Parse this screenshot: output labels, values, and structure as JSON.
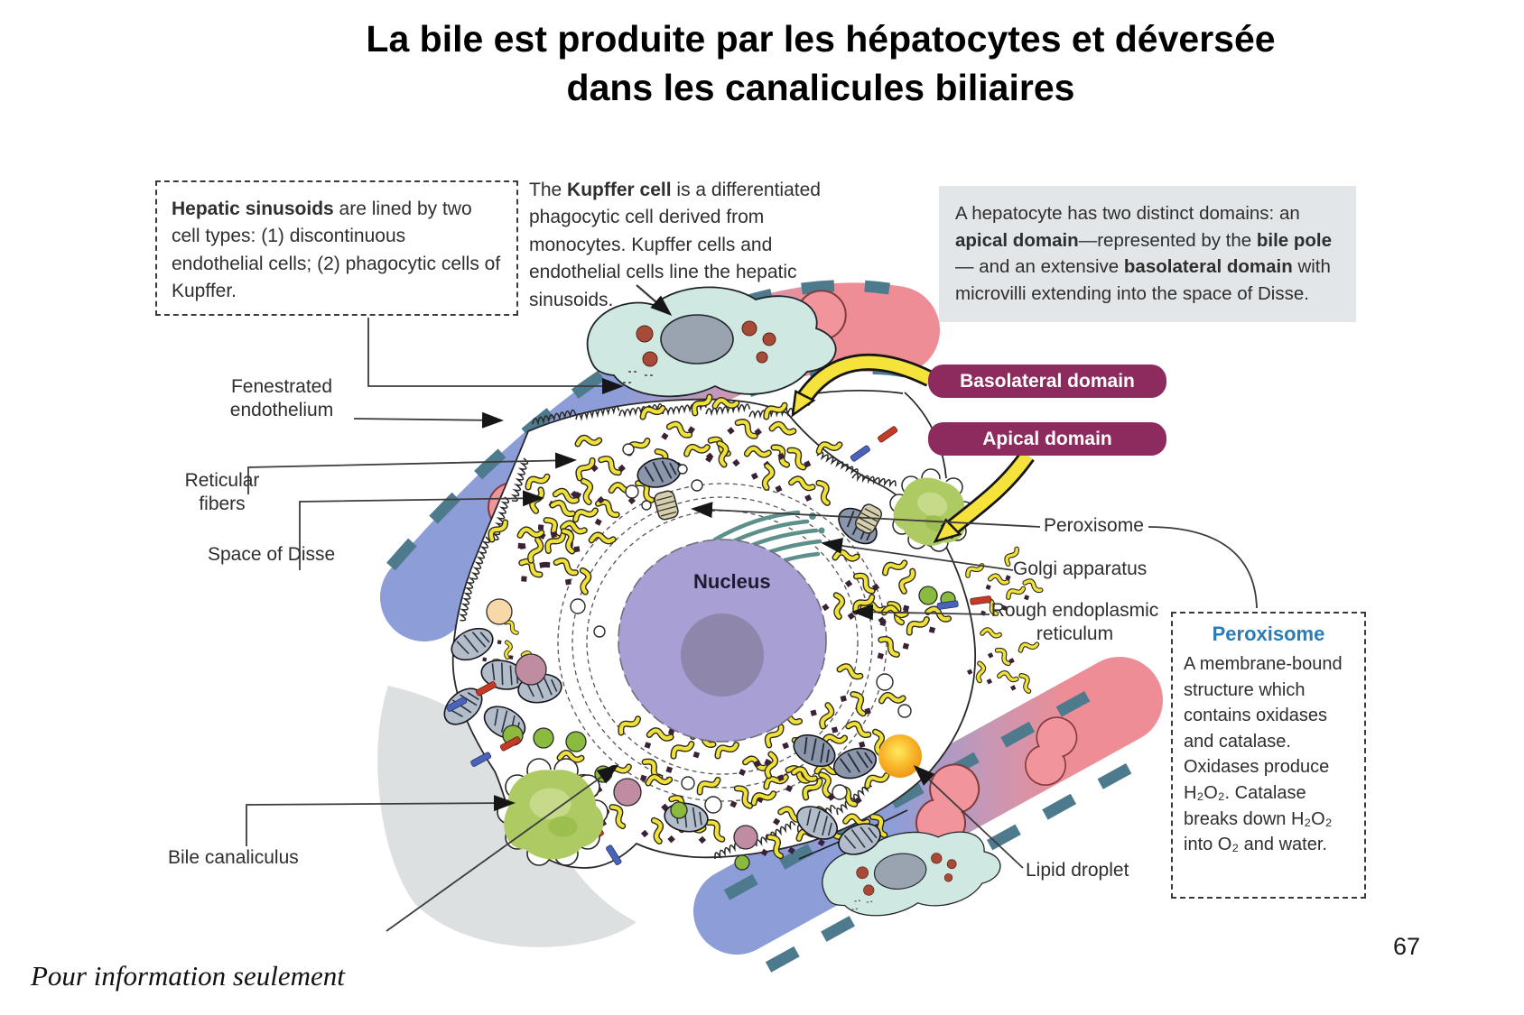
{
  "title": {
    "line1": "La bile est produite par les hépatocytes et déversée",
    "line2": "dans les canalicules biliaires"
  },
  "boxes": {
    "hepatic_sinusoids": {
      "lead": "Hepatic sinusoids",
      "rest": " are lined by two cell types: (1) discontinuous endothelial cells; (2) phagocytic cells of Kupffer."
    },
    "kupffer": {
      "pre": "The ",
      "lead": "Kupffer cell",
      "rest": " is a differentiated phagocytic cell derived from monocytes. Kupffer cells and endothelial cells line the hepatic sinusoids."
    },
    "domains": {
      "s1": "A hepatocyte has two distinct domains: an ",
      "b1": "apical domain",
      "s2": "—represented by the ",
      "b2": "bile pole",
      "s3": "— and an extensive ",
      "b3": "basolateral domain",
      "s4": " with microvilli extending into the space of Disse."
    },
    "peroxisome": {
      "title": "Peroxisome",
      "body": "A membrane-bound structure which contains oxidases and catalase. Oxidases produce H₂O₂. Catalase breaks down H₂O₂ into O₂ and water."
    }
  },
  "badges": {
    "basolateral": "Basolateral domain",
    "apical": "Apical domain"
  },
  "labels": {
    "fenestrated_endothelium": "Fenestrated endothelium",
    "reticular_fibers": "Reticular fibers",
    "space_of_disse": "Space of Disse",
    "bile_canaliculus": "Bile canaliculus",
    "nucleus": "Nucleus",
    "peroxisome": "Peroxisome",
    "golgi_apparatus": "Golgi apparatus",
    "rough_er": "Rough endoplasmic reticulum",
    "lipid_droplet": "Lipid droplet"
  },
  "footer": {
    "note": "Pour information seulement",
    "page_number": "67"
  },
  "colors": {
    "badge_maroon": "#8e2b5e",
    "peroxisome_title_blue": "#2b7cb4",
    "sinusoid_blue": "#8c9dd8",
    "sinusoid_pink": "#ee8d95",
    "endothelium_dash_teal": "#4d7a8c",
    "nucleus_purple": "#a8a0d5",
    "nucleolus_purple": "#8f86ac",
    "bile_green": "#aecb63",
    "er_yellow": "#f0e03a",
    "golgi_teal": "#5d8f8b",
    "lipid_orange": "#f59d1d",
    "rbc_pink": "#f1949c",
    "kupffer_teal": "#cfe9e2",
    "neighbor_gray": "#dce0e1"
  }
}
